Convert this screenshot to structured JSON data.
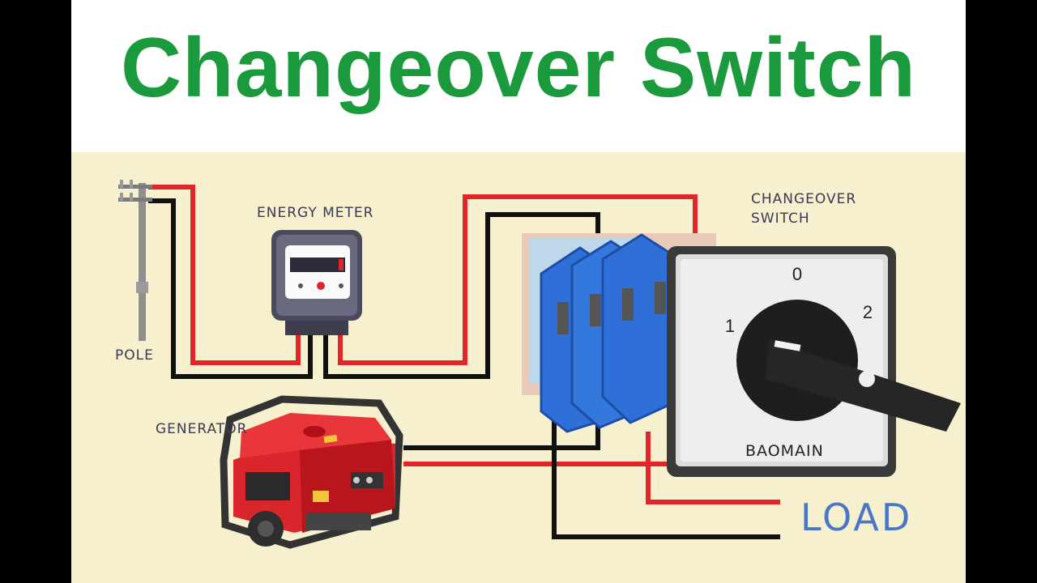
{
  "title": "Changeover Switch",
  "labels": {
    "energy_meter": "ENERGY METER",
    "changeover_line1": "CHANGEOVER",
    "changeover_line2": "SWITCH",
    "pole": "POLE",
    "generator": "GENERATOR",
    "load": "LOAD"
  },
  "switch": {
    "brand": "BAOMAIN",
    "positions": [
      "0",
      "1",
      "2"
    ]
  },
  "colors": {
    "title": "#1a9a3c",
    "live_wire": "#e0242a",
    "neutral_wire": "#111111",
    "switch_body": "#2f6fd8",
    "generator": "#d8262c",
    "load_text": "#4a76c8",
    "background": "#f6f0cf"
  }
}
